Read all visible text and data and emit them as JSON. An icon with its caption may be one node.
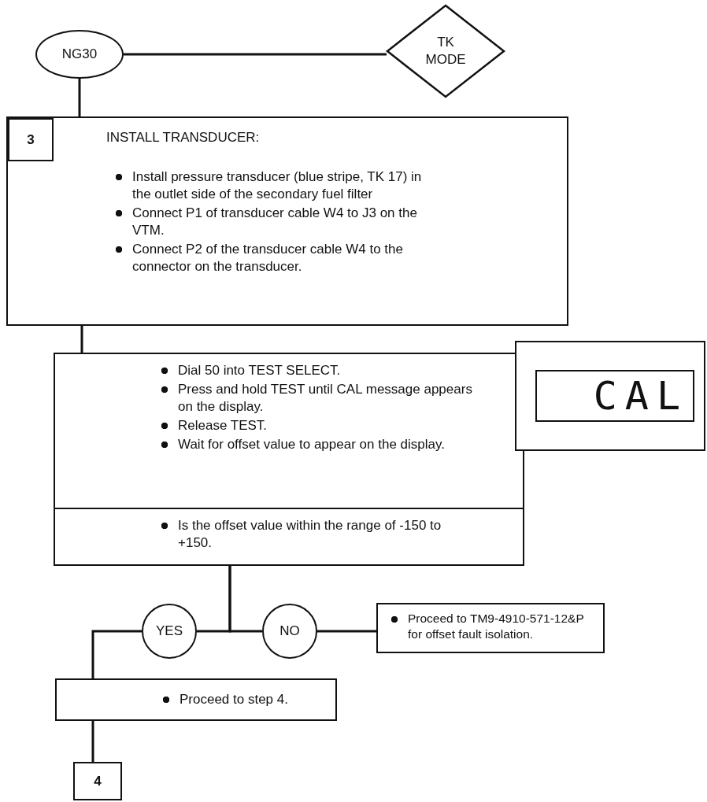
{
  "diagram": {
    "nodes": [
      {
        "text": [
          "NG30"
        ]
      },
      {
        "text": [
          "TK MODE"
        ]
      },
      {
        "text": [
          "INSTALL TRANSDUCER:",
          "Install pressure transducer (blue stripe, TK 17) in the outlet side of the secondary fuel filter",
          "Connect P1 of transducer cable W4 to J3 on the VTM.",
          "Connect P2 of the transducer cable W4 to the connector on the transducer."
        ]
      },
      {
        "text": [
          "3"
        ],
        "in": 2
      },
      {
        "text": [
          "Dial 50 into TEST SELECT.",
          "Press and hold TEST until CAL message appears on the display.",
          "Release TEST.",
          "Wait for offset value to appear on the display."
        ]
      },
      {
        "text": [
          "Is the offset value within the range of -150 to +150."
        ]
      },
      {
        "text": [
          "CAL"
        ]
      },
      {
        "text": [
          "YES"
        ]
      },
      {
        "text": [
          "NO"
        ]
      },
      {
        "text": [
          "Proceed to TM9-4910-571-12&P for offset fault isolation."
        ]
      },
      {
        "text": [
          "Proceed to step 4."
        ]
      },
      {
        "text": [
          "4"
        ]
      }
    ],
    "edges": [
      {
        "from": 0,
        "to": 1,
        "arrow": "none"
      },
      {
        "from": 0,
        "to": 2,
        "arrow": "none"
      },
      {
        "from": 2,
        "to": 4,
        "arrow": "none"
      },
      {
        "from": 5,
        "to": 7,
        "arrow": "none"
      },
      {
        "from": 5,
        "to": 8,
        "arrow": "none"
      },
      {
        "from": 8,
        "to": 9,
        "arrow": "none"
      },
      {
        "from": 7,
        "to": 10,
        "arrow": "none"
      },
      {
        "from": 10,
        "to": 11,
        "arrow": "none"
      }
    ]
  }
}
